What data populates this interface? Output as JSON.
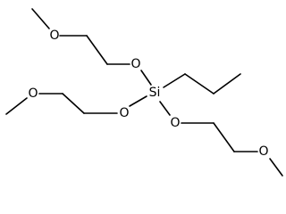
{
  "molecule": {
    "center_atom": "Si",
    "atom_labels": {
      "si": "Si",
      "o_si_upper": "O",
      "o_si_left": "O",
      "o_si_lower": "O",
      "o_methoxy_top": "O",
      "o_methoxy_left": "O",
      "o_methoxy_bottom": "O"
    }
  },
  "colors": {
    "bond": "#000000",
    "text": "#000000",
    "background": "#ffffff"
  }
}
